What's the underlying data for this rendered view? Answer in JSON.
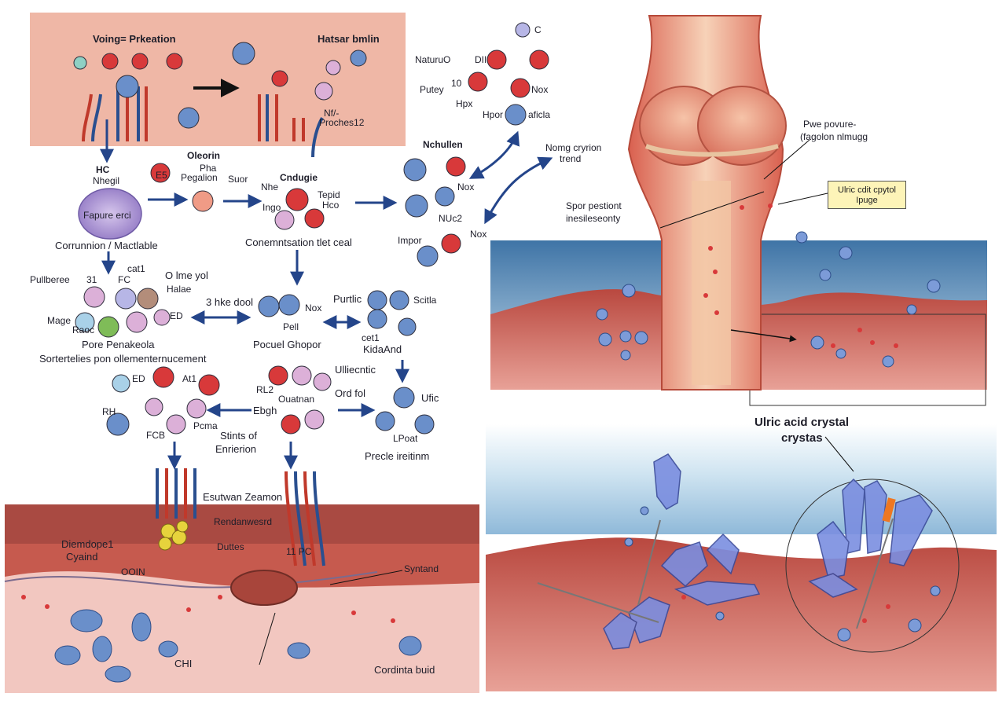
{
  "colors": {
    "red_molecule": "#d8393a",
    "blue_molecule": "#6a8fca",
    "pink_molecule": "#dcb0d8",
    "crystal": "#7b8ee0",
    "tissue": "#c65a4e",
    "callout_bg": "#fdf4b8"
  },
  "panels": {
    "top_left": {
      "left_title": "Voing= Prkeation",
      "right_title": "Hatsar bmlin",
      "note_line1": "Nf/-",
      "note_line2": "Proches12"
    },
    "flow": {
      "hc": "HC",
      "nhegil": "Nhegil",
      "cell_inner": "Fapure erci",
      "caption_left": "Corrunnion / Mactlable",
      "oleorin": "Oleorin",
      "pha": "Pha",
      "pegalion": "Pegalion",
      "e5": "E5",
      "suor": "Suor",
      "cndugie": "Cndugie",
      "tepid": "Tepid",
      "hco": "Hco",
      "nhe": "Nhe",
      "ingo": "Ingo",
      "caption_mid": "Conemntsation tlet ceal",
      "nchullen": "Nchullen",
      "nox_b": "Nox",
      "nuc2": "NUc2",
      "nox_c": "Nox",
      "impor": "Impor",
      "naturo": "NaturuO",
      "dii": "DII",
      "putey": "Putey",
      "ten": "10",
      "hpx": "Hpx",
      "c_top": "C",
      "nox_a": "Nox",
      "hpor": "Hpor",
      "aficla": "aficla",
      "pullberee": "Pullberee",
      "b1": "31",
      "cat1": "cat1",
      "fc": "FC",
      "o_line": "O lme yol",
      "halae": "Halae",
      "mage": "Mage",
      "rado": "Raoc",
      "ed": "ED",
      "pore": "Pore Penakeola",
      "sortertelies": "Sortertelies pon ollementernucement",
      "three_hike": "3 hke dool",
      "nox_d": "Nox",
      "pell": "Pell",
      "putelic": "Purtlic",
      "scitla": "Scitla",
      "cet1": "cet1",
      "kida": "KidaAnd",
      "proculel": "Pocuel Ghopor",
      "ed2": "ED",
      "at1": "At1",
      "rh": "RH",
      "fcb": "FCB",
      "pcma": "Pcma",
      "uliec": "Ulliecntic",
      "rl2": "RL2",
      "ouatnan": "Ouatnan",
      "ord_fel": "Ord fol",
      "ebgh": "Ebgh",
      "stints": "Stints of",
      "emeridon": "Enrierion",
      "ufic": "Ufic",
      "lpoat": "LPoat",
      "prede": "Precle ireitinm"
    },
    "tissue_left": {
      "esutwan": "Esutwan Zeamon",
      "rendemeni": "Rendanwesrd",
      "duttes": "Duttes",
      "pc": "11 PC",
      "diemdope": "Diemdope1",
      "cyaind": "Cyaind",
      "ooin": "OOIN",
      "syntand": "Syntand",
      "chi": "CHI",
      "cordinta": "Cordinta buid"
    },
    "joint": {
      "nomg": "Nomg cryrion",
      "trend": "trend",
      "pwe": "Pwe povure-",
      "fagolon": "(fagolon nlmugg",
      "spor": "Spor pestiont",
      "inesi": "inesileseonty",
      "callout_line1": "Ulric cdit cpytol",
      "callout_line2": "Ipuge"
    },
    "bottom_right": {
      "title_line1": "Ulric acid crystal",
      "title_line2": "crystas"
    }
  }
}
